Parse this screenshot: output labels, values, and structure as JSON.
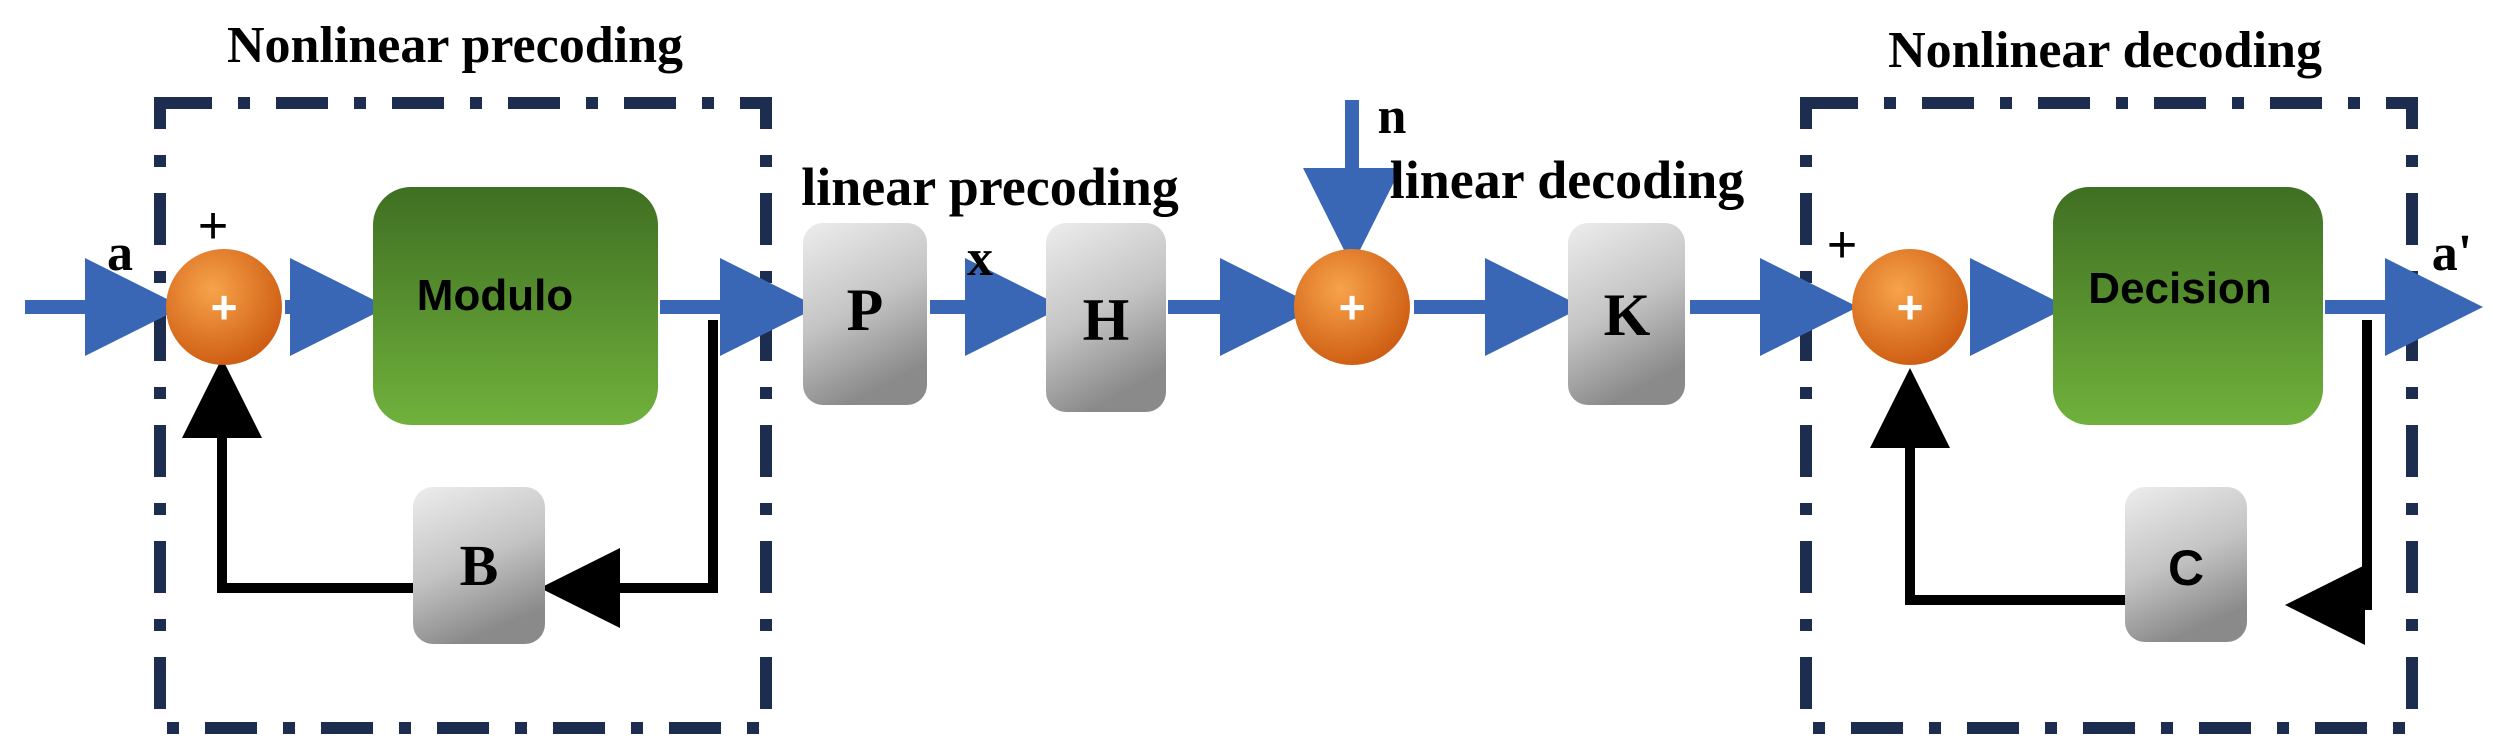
{
  "diagram": {
    "precoder_title": "Nonlinear precoding",
    "decoder_title": "Nonlinear decoding",
    "input_label": "a",
    "output_label": "a'",
    "noise_label": "n",
    "signal_x_label": "x",
    "linear_precoding_label": "linear precoding",
    "linear_decoding_label": "linear decoding",
    "sum_sign_precoder": "+",
    "sum_sign_decoder": "+",
    "adder_symbol": "+",
    "blocks": {
      "modulo": "Modulo",
      "decision": "Decision",
      "P": "P",
      "H": "H",
      "K": "K",
      "B": "B",
      "C": "C"
    }
  },
  "colors": {
    "signal_arrow": "#3a67b5",
    "feedback_arrow": "#000000",
    "dashed_frame": "#1c2d4f",
    "green_block_top": "#3f6f22",
    "green_block_bottom": "#70b13c",
    "gray_block_top": "#ececec",
    "gray_block_bottom": "#8c8c8c",
    "adder_light": "#f7a34b",
    "adder_dark": "#cc5a10"
  }
}
